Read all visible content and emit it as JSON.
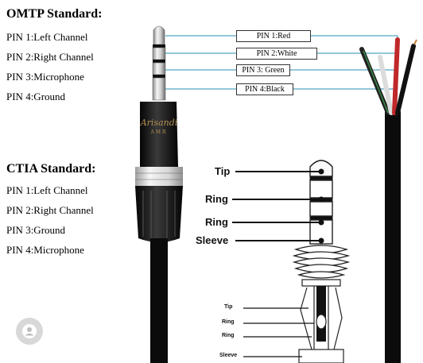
{
  "omtp": {
    "title": "OMTP Standard:",
    "pins": [
      "PIN 1:Left Channel",
      "PIN 2:Right Channel",
      "PIN 3:Microphone",
      "PIN 4:Ground"
    ],
    "wire_labels": [
      "PIN 1:Red",
      "PIN 2:White",
      "PIN 3: Green",
      "PIN 4:Black"
    ]
  },
  "ctia": {
    "title": "CTIA Standard:",
    "pins": [
      "PIN 1:Left Channel",
      "PIN 2:Right Channel",
      "PIN 3:Ground",
      "PIN 4:Microphone"
    ]
  },
  "plug": {
    "brand": "Arisandi",
    "brand_sub": "AMR",
    "parts": [
      "Tip",
      "Ring",
      "Ring",
      "Sleeve"
    ],
    "detail_parts": [
      "Tip",
      "Ring",
      "Ring",
      "Sleeve"
    ]
  },
  "colors": {
    "wire_red": "#c0282a",
    "wire_white": "#e8e8e8",
    "wire_green": "#3a8a4a",
    "wire_black": "#111111",
    "guide_line": "#2a8fb0"
  },
  "icons": {
    "avatar": "user-avatar-icon"
  }
}
